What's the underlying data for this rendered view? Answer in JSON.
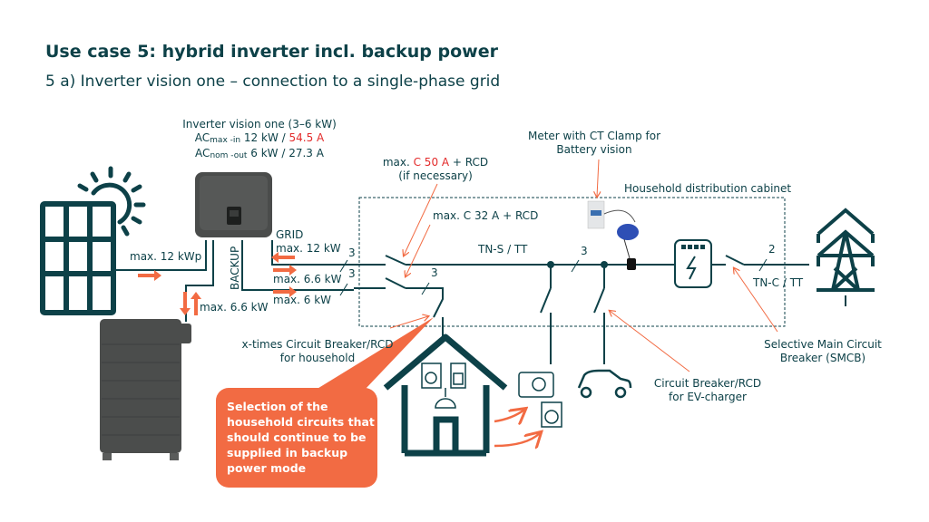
{
  "header": {
    "title": "Use case 5: hybrid inverter incl. backup power",
    "subtitle": "5 a) Inverter vision one – connection to a single-phase grid"
  },
  "colors": {
    "primary": "#0d4148",
    "accent": "#f26b43",
    "highlight_red": "#e32b2b",
    "device_gray": "#4a4c4b"
  },
  "inverter": {
    "name": "Inverter vision one (3–6 kW)",
    "ac_max_prefix": "AC",
    "ac_max_sub": "max -in",
    "ac_max_power": "12 kW / ",
    "ac_max_current": "54.5 A",
    "ac_nom_prefix": "AC",
    "ac_nom_sub": "nom -out",
    "ac_nom_value": "6 kW / 27.3 A"
  },
  "flows": {
    "pv": "max. 12 kWp",
    "battery": "max. 6.6 kW",
    "grid_label": "GRID",
    "grid": "max. 12 kW",
    "backup_label": "BACKUP",
    "backup_in": "max. 6.6 kW",
    "backup_out": "max. 6 kW"
  },
  "breakers": {
    "c50_prefix": "max. ",
    "c50_value": "C 50 A",
    "c50_suffix": " + RCD",
    "c50_note": "(if necessary)",
    "c32": "max. C 32 A + RCD"
  },
  "meter": {
    "line1": "Meter with CT Clamp for",
    "line2": "Battery vision"
  },
  "cabinet": {
    "label": "Household distribution cabinet",
    "network": "TN-S / TT"
  },
  "grid": {
    "network": "TN-C / TT"
  },
  "wire_counts": {
    "grid_line": "3",
    "backup_line": "3",
    "backup_out": "3",
    "main_bus": "3",
    "utility": "2"
  },
  "annotations": {
    "household_cb_line1": "x-times Circuit Breaker/RCD",
    "household_cb_line2": "for household",
    "ev_cb_line1": "Circuit Breaker/RCD",
    "ev_cb_line2": "for EV-charger",
    "smcb_line1": "Selective Main Circuit",
    "smcb_line2": "Breaker (SMCB)"
  },
  "callout": {
    "text": "Selection of the household circuits that should continue to be supplied in backup power mode"
  },
  "icons": [
    "solar-panel-icon",
    "sun-icon",
    "inverter-device",
    "battery-device",
    "house-icon",
    "washing-machine-icon",
    "socket-icon",
    "lamp-icon",
    "fan-icon",
    "ev-car-icon",
    "meter-icon",
    "ct-clamp-icon",
    "utility-meter-icon",
    "power-pylon-icon"
  ]
}
